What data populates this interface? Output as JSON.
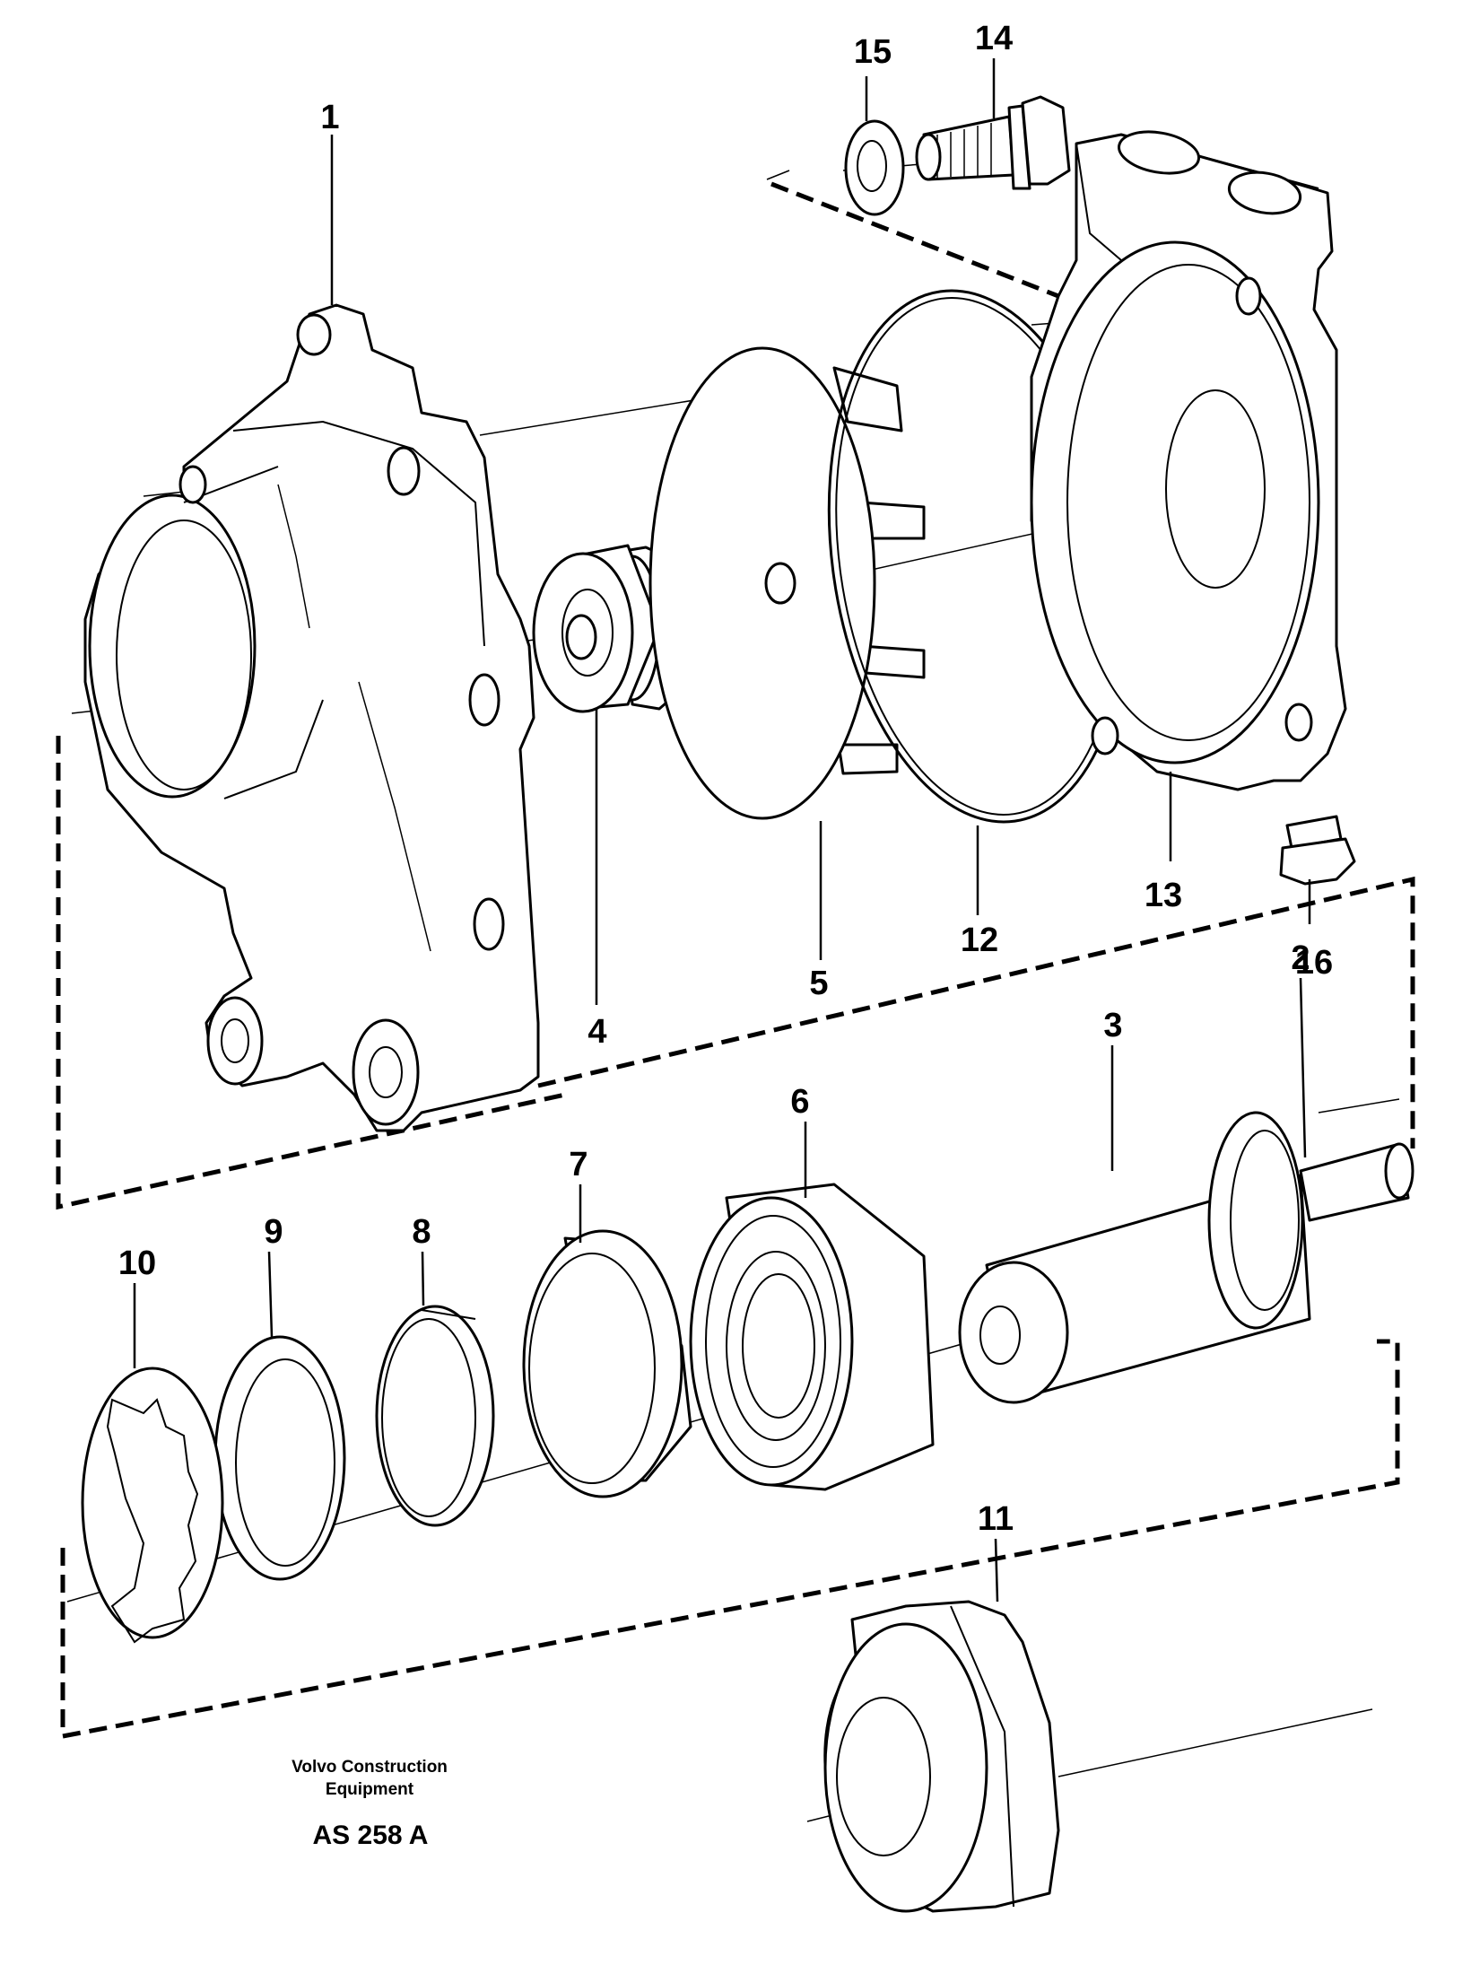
{
  "callouts": {
    "p1": "1",
    "p2": "2",
    "p3": "3",
    "p4": "4",
    "p5": "5",
    "p6": "6",
    "p7": "7",
    "p8": "8",
    "p9": "9",
    "p10": "10",
    "p11": "11",
    "p12": "12",
    "p13": "13",
    "p14": "14",
    "p15": "15",
    "p16": "16"
  },
  "caption": {
    "brand_line1": "Volvo Construction",
    "brand_line2": "Equipment",
    "figure_code": "AS 258 A"
  }
}
